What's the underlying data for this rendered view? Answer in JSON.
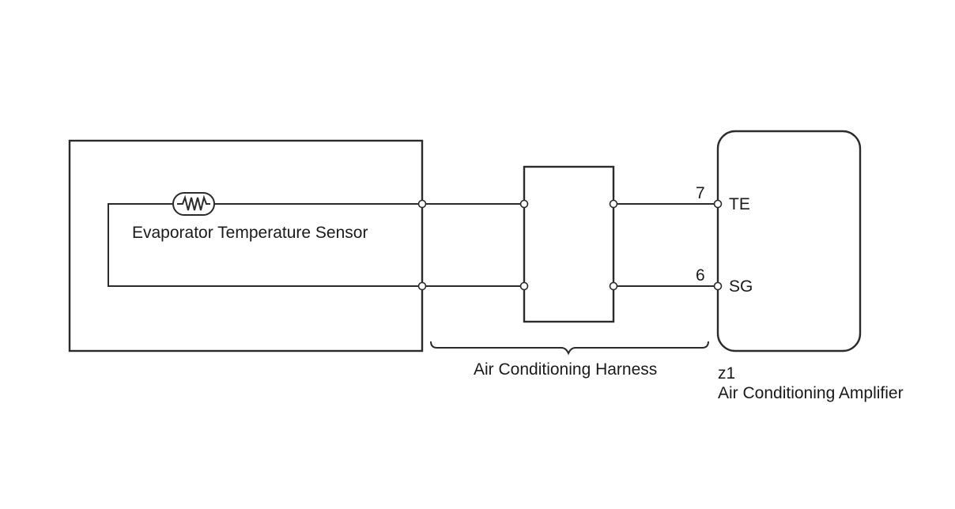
{
  "sensor": {
    "label": "Evaporator Temperature Sensor",
    "symbol": "thermistor-icon"
  },
  "harness": {
    "label": "Air Conditioning Harness"
  },
  "amplifier": {
    "code": "z1",
    "label": "Air Conditioning Amplifier",
    "pins": [
      {
        "number": "7",
        "name": "TE"
      },
      {
        "number": "6",
        "name": "SG"
      }
    ]
  },
  "colors": {
    "line": "#2b2b2b",
    "background": "#ffffff"
  }
}
